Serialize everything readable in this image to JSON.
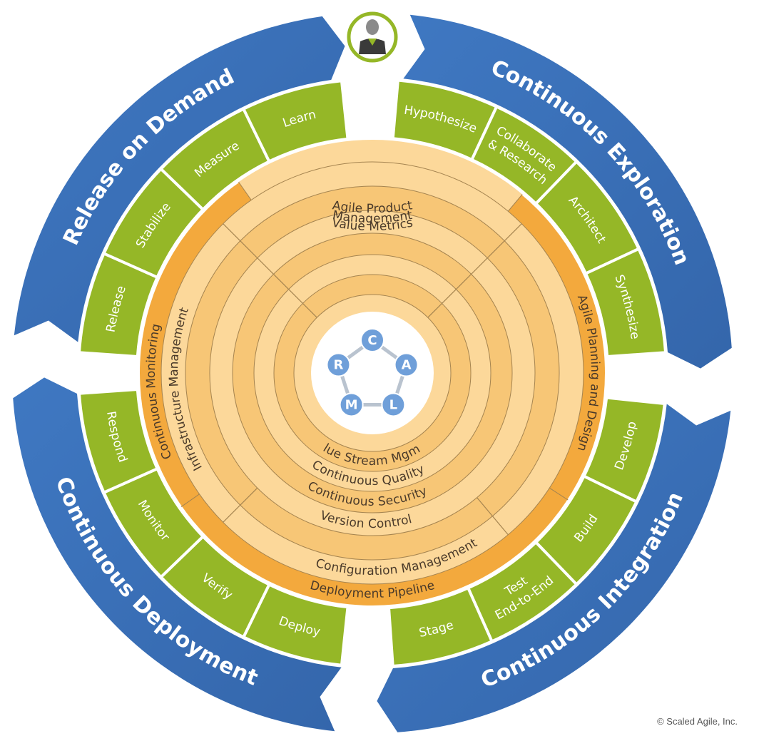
{
  "colors": {
    "blue": "#3b70b5",
    "green": "#95b727",
    "orange": "#f3a93d",
    "ring_light": "#fcd89a",
    "ring_dark": "#f7c676",
    "line": "#a58450",
    "node": "#6f9fd9"
  },
  "quadrants": [
    {
      "title": "Continuous Exploration",
      "steps": [
        "Hypothesize",
        "Collaborate & Research",
        "Architect",
        "Synthesize"
      ]
    },
    {
      "title": "Continuous Integration",
      "steps": [
        "Develop",
        "Build",
        "Test End-to-End",
        "Stage"
      ]
    },
    {
      "title": "Continuous Deployment",
      "steps": [
        "Deploy",
        "Verify",
        "Monitor",
        "Respond"
      ]
    },
    {
      "title": "Release on Demand",
      "steps": [
        "Release",
        "Stabilize",
        "Measure",
        "Learn"
      ]
    }
  ],
  "outer_arcs": [
    "Agile Product Management",
    "Agile Planning and Design",
    "Deployment Pipeline",
    "Continuous Monitoring"
  ],
  "ring_labels": [
    "Value Metrics",
    "Infrastructure Management",
    "Configuration Management",
    "Version Control",
    "Continuous Security",
    "Continuous Quality",
    "Value Stream Mgmt."
  ],
  "calms": [
    "C",
    "A",
    "L",
    "M",
    "R"
  ],
  "person_icon": "person-icon",
  "copyright": "© Scaled Agile, Inc."
}
